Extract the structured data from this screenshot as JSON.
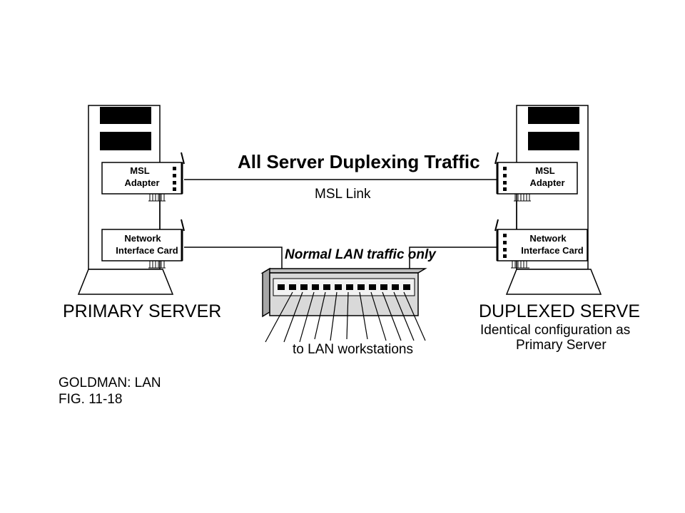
{
  "header": {
    "title": "All Server Duplexing Traffic",
    "link_label": "MSL Link",
    "lan_traffic_label": "Normal LAN traffic only"
  },
  "primary": {
    "msl_line1": "MSL",
    "msl_line2": "Adapter",
    "nic_line1": "Network",
    "nic_line2": "Interface Card",
    "name": "PRIMARY SERVER"
  },
  "duplexed": {
    "msl_line1": "MSL",
    "msl_line2": "Adapter",
    "nic_line1": "Network",
    "nic_line2": "Interface Card",
    "name": "DUPLEXED SERVE",
    "note_line1": "Identical configuration as",
    "note_line2": "Primary Server"
  },
  "hub": {
    "workstations_label": "to LAN workstations"
  },
  "caption": {
    "line1": "GOLDMAN:  LAN",
    "line2": "FIG.  11-18"
  },
  "colors": {
    "ink": "#000000",
    "hub_fill": "#d9d9d9",
    "background": "#ffffff"
  }
}
